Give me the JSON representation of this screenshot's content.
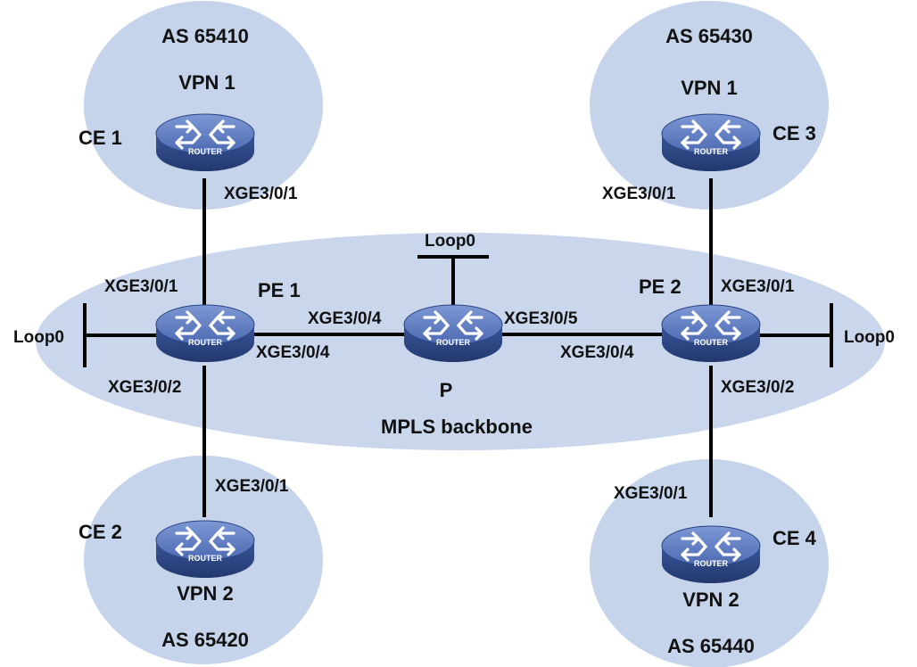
{
  "backbone": {
    "label": "MPLS backbone"
  },
  "sites": {
    "ce1": {
      "as": "AS 65410",
      "vpn": "VPN 1"
    },
    "ce3": {
      "as": "AS 65430",
      "vpn": "VPN 1"
    },
    "ce2": {
      "as": "AS 65420",
      "vpn": "VPN 2"
    },
    "ce4": {
      "as": "AS 65440",
      "vpn": "VPN 2"
    }
  },
  "devices": {
    "ce1": {
      "name": "CE 1",
      "badge": "ROUTER"
    },
    "ce2": {
      "name": "CE 2",
      "badge": "ROUTER"
    },
    "ce3": {
      "name": "CE 3",
      "badge": "ROUTER"
    },
    "ce4": {
      "name": "CE 4",
      "badge": "ROUTER"
    },
    "pe1": {
      "name": "PE 1",
      "badge": "ROUTER"
    },
    "pe2": {
      "name": "PE 2",
      "badge": "ROUTER"
    },
    "p": {
      "name": "P",
      "badge": "ROUTER"
    }
  },
  "loopbacks": {
    "pe1": "Loop0",
    "pe2": "Loop0",
    "p": "Loop0"
  },
  "interfaces": {
    "ce1_down": "XGE3/0/1",
    "ce3_down": "XGE3/0/1",
    "pe1_up": "XGE3/0/1",
    "pe1_down": "XGE3/0/2",
    "pe1_right": "XGE3/0/4",
    "p_left": "XGE3/0/4",
    "p_right": "XGE3/0/5",
    "pe2_left": "XGE3/0/4",
    "pe2_up": "XGE3/0/1",
    "pe2_down": "XGE3/0/2",
    "ce2_up": "XGE3/0/1",
    "ce4_up": "XGE3/0/1"
  },
  "colors": {
    "site_fill": "#c5d4ea",
    "backbone_fill": "#c9d6ec",
    "router_top": "#5a78bf",
    "router_side": "#2f4b8c",
    "link": "#000000"
  }
}
